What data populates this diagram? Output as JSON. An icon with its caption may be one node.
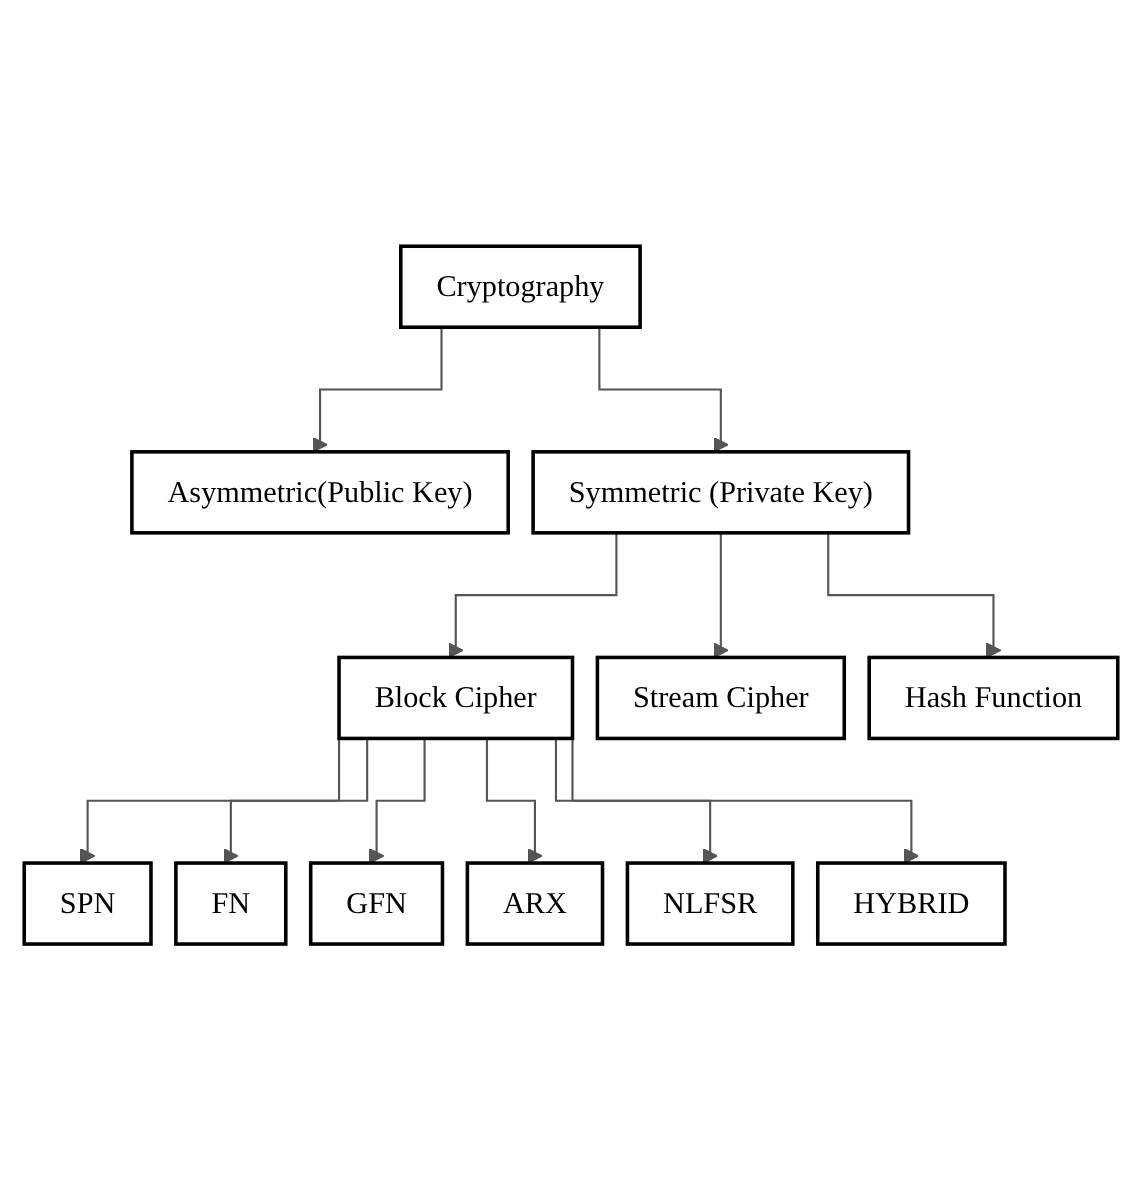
{
  "diagram": {
    "nodes": [
      {
        "text": [
          "Cryptography"
        ]
      },
      {
        "text": [
          "Asymmetric(Public Key)"
        ]
      },
      {
        "text": [
          "Symmetric (Private Key)"
        ]
      },
      {
        "text": [
          "Block Cipher"
        ]
      },
      {
        "text": [
          "Stream Cipher"
        ]
      },
      {
        "text": [
          "Hash Function"
        ]
      },
      {
        "text": [
          "SPN"
        ]
      },
      {
        "text": [
          "FN"
        ]
      },
      {
        "text": [
          "GFN"
        ]
      },
      {
        "text": [
          "ARX"
        ]
      },
      {
        "text": [
          "NLFSR"
        ]
      },
      {
        "text": [
          "HYBRID"
        ]
      }
    ],
    "edges": [
      {
        "from": 0,
        "to": 1,
        "arrow": "to"
      },
      {
        "from": 0,
        "to": 2,
        "arrow": "to"
      },
      {
        "from": 2,
        "to": 3,
        "arrow": "to"
      },
      {
        "from": 2,
        "to": 4,
        "arrow": "to"
      },
      {
        "from": 2,
        "to": 5,
        "arrow": "to"
      },
      {
        "from": 3,
        "to": 6,
        "arrow": "to"
      },
      {
        "from": 3,
        "to": 7,
        "arrow": "to"
      },
      {
        "from": 3,
        "to": 8,
        "arrow": "to"
      },
      {
        "from": 3,
        "to": 9,
        "arrow": "to"
      },
      {
        "from": 3,
        "to": 10,
        "arrow": "to"
      },
      {
        "from": 3,
        "to": 11,
        "arrow": "to"
      }
    ]
  }
}
